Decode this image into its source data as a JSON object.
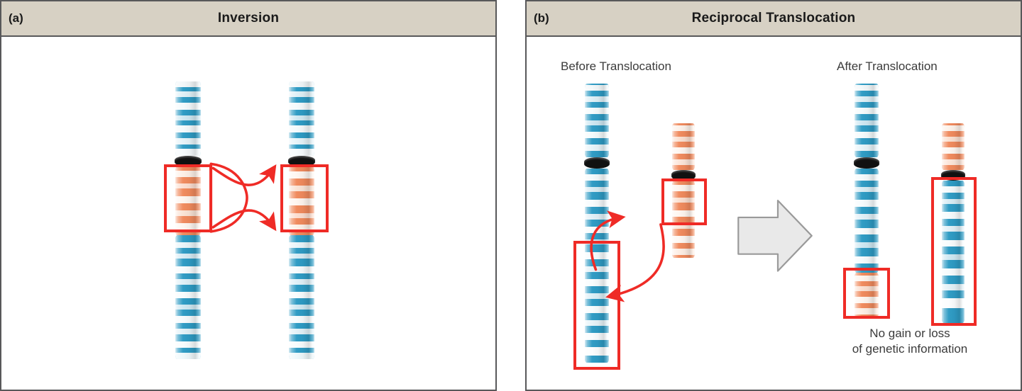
{
  "figure": {
    "panels": [
      {
        "letter": "(a)",
        "title": "Inversion",
        "chromosomes": [
          {
            "name": "original-chromosome",
            "arm": "blue-banded",
            "segment_color": "#f08a5d",
            "segment_orientation": "normal"
          },
          {
            "name": "inverted-chromosome",
            "arm": "blue-banded",
            "segment_color": "#f08a5d",
            "segment_orientation": "inverted"
          }
        ],
        "annotation": "crossing-arrows-indicating-segment-inversion"
      },
      {
        "letter": "(b)",
        "title": "Reciprocal Translocation",
        "stage_labels": [
          "Before Translocation",
          "After Translocation"
        ],
        "note_line1": "No gain or loss",
        "note_line2": "of genetic information",
        "chromosomes_before": [
          {
            "name": "large-blue-chromosome",
            "color": "#2e9bc4"
          },
          {
            "name": "small-orange-chromosome",
            "color": "#f08a5d"
          }
        ],
        "chromosomes_after": [
          {
            "name": "large-blue-chromosome-with-orange-tip",
            "color": "#2e9bc4"
          },
          {
            "name": "small-orange-chromosome-with-blue-tip",
            "color": "#f08a5d"
          }
        ],
        "annotation": "curved-exchange-arrows-and-gray-process-arrow"
      }
    ],
    "colors": {
      "header_bg": "#d7d1c4",
      "panel_border": "#58585a",
      "blue_band": "#2e9bc4",
      "orange_band": "#f08a5d",
      "centromere": "#111111",
      "annotation_red": "#ef2b26",
      "process_arrow": "#e8e8e8",
      "text": "#1a1a1a"
    }
  }
}
